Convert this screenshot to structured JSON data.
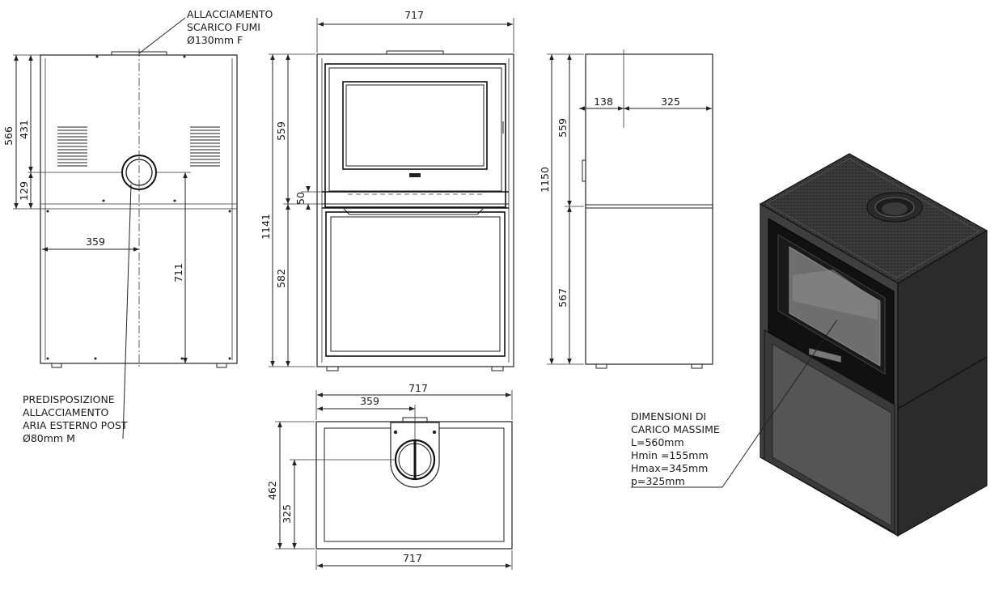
{
  "notes": {
    "flue_line1": "ALLACCIAMENTO",
    "flue_line2": "SCARICO FUMI",
    "flue_line3": "Ø130mm F",
    "air_line1": "PREDISPOSIZIONE",
    "air_line2": "ALLACCIAMENTO",
    "air_line3": "ARIA ESTERNO POST",
    "air_line4": "Ø80mm M",
    "load_line1": "DIMENSIONI DI",
    "load_line2": "CARICO MASSIME",
    "load_line3": "L=560mm",
    "load_line4": "Hmin =155mm",
    "load_line5": "Hmax=345mm",
    "load_line6": "p=325mm"
  },
  "dimensions": {
    "back_566": "566",
    "back_431": "431",
    "back_129": "129",
    "back_359": "359",
    "back_711": "711",
    "front_width": "717",
    "front_559": "559",
    "front_50": "50",
    "front_1141": "1141",
    "front_582": "582",
    "side_138": "138",
    "side_325": "325",
    "side_1150": "1150",
    "side_559": "559",
    "side_567": "567",
    "top_717_upper": "717",
    "top_359": "359",
    "top_462": "462",
    "top_325": "325",
    "top_717_lower": "717"
  }
}
